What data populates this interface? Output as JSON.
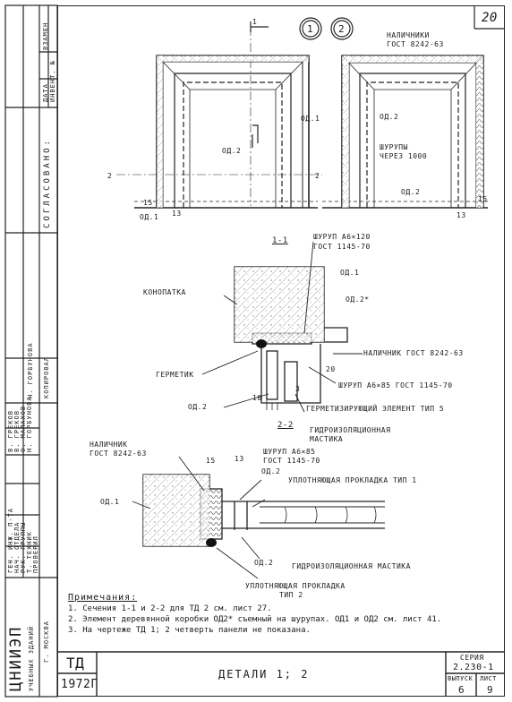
{
  "sheet_number": "20",
  "section_markers": [
    "1",
    "2"
  ],
  "left_stamp": {
    "org": "ЦНИИЭП",
    "org_sub": "учебных зданий",
    "city": "г. Москва",
    "header": [
      "Дата",
      "Инвент. №",
      "Взамен"
    ],
    "coord_title": "Согласовано:",
    "roles": [
      "Ген. инж. п-та",
      "Нач. отдела",
      "Рук. группы",
      "Т. Техник",
      "Проверил"
    ],
    "names": [
      "В. Греков",
      "В. Греков",
      "О. Малахов",
      "Н. Горбунова",
      ""
    ],
    "copy_label": "Копировал",
    "copy_name": "Н. Горбунова"
  },
  "labels": {
    "od1": "ОД.1",
    "od2": "ОД.2",
    "od2_star": "ОД.2*",
    "nalichniki_1": "Наличники",
    "nalichniki_1b": "ГОСТ 8242-63",
    "shurupy": "Шурупы",
    "shurupy_step": "через 1000",
    "sec11": "1-1",
    "sec22": "2-2",
    "shurup1": "Шуруп А6×120",
    "shurup1_gost": "ГОСТ 1145-70",
    "konopatka": "Конопатка",
    "germetik": "Герметик",
    "nalichnik_gost": "Наличник ГОСТ 8242-63",
    "shurup2": "Шуруп А6×85 ГОСТ 1145-70",
    "germ_element": "Герметизирующий элемент тип 5",
    "gidro1": "Гидроизоляционная",
    "gidro1b": "мастика",
    "nalichnik2": "Наличник",
    "nalichnik2_gost": "ГОСТ 8242-63",
    "shurup3": "Шуруп А6×85",
    "shurup3_gost": "ГОСТ 1145-70",
    "uplot1": "Уплотняющая прокладка тип 1",
    "gidro2": "Гидроизоляционная мастика",
    "uplot2": "Уплотняющая прокладка",
    "uplot2_type": "тип 2",
    "dim_15": "15",
    "dim_13": "13",
    "dim_20": "20",
    "dim_10": "10",
    "dim_3": "3",
    "dim_1": "1",
    "dim_2": "2"
  },
  "notes": {
    "title": "Примечания:",
    "lines": [
      "1. Сечения 1-1 и 2-2 для ТД 2 см. лист 27.",
      "2. Элемент деревянной коробки ОД2* съемный на шурупах. ОД1 и ОД2 см. лист 41.",
      "3. На чертеже ТД 1; 2 четверть панели не показана."
    ]
  },
  "title_block": {
    "code": "ТД",
    "year": "1972г",
    "title": "Детали 1; 2",
    "series_label": "Серия",
    "series": "2.230-1",
    "vypusk_label": "Выпуск",
    "vypusk": "6",
    "list_label": "Лист",
    "list": "9"
  }
}
